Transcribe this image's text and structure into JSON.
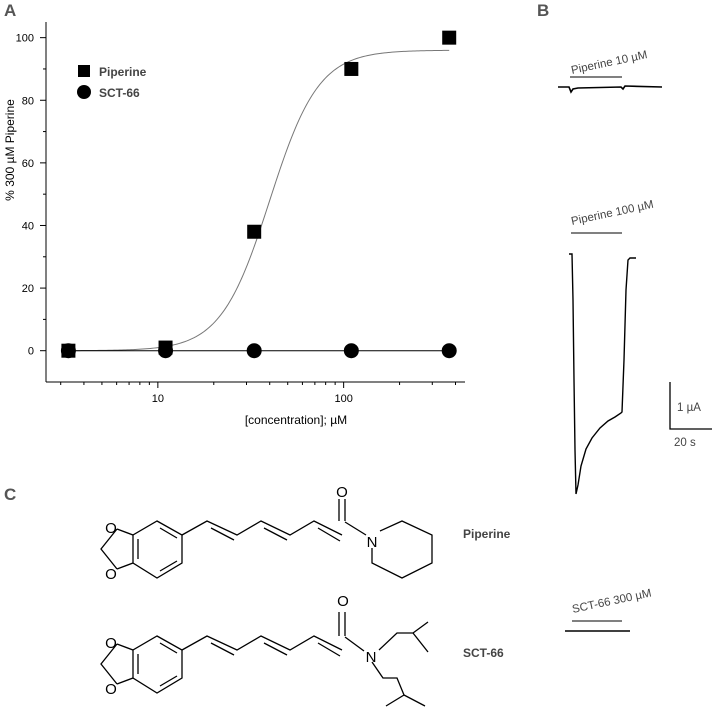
{
  "panels": {
    "a": "A",
    "b": "B",
    "c": "C"
  },
  "chart_data": {
    "type": "scatter",
    "xscale": "log",
    "xlim": [
      2.5,
      450
    ],
    "ylim": [
      -10,
      105
    ],
    "xlabel": "[concentration]; µM",
    "ylabel": "% 300 µM Piperine",
    "xticks": [
      10,
      100
    ],
    "yticks": [
      0,
      20,
      40,
      60,
      80,
      100
    ],
    "legend": "top-left",
    "series": [
      {
        "name": "Piperine",
        "marker": "square",
        "x": [
          3.3,
          11,
          33,
          110,
          370
        ],
        "y": [
          0,
          1,
          38,
          90,
          100
        ]
      },
      {
        "name": "SCT-66",
        "marker": "circle",
        "x": [
          3.3,
          11,
          33,
          110,
          370
        ],
        "y": [
          0,
          0,
          0,
          0,
          0
        ]
      }
    ],
    "fits": [
      {
        "series": "Piperine",
        "model": "hill",
        "bottom": 0,
        "top": 96,
        "ec50": 40,
        "hill": 3.3
      },
      {
        "series": "SCT-66",
        "model": "flat",
        "value": 0
      }
    ]
  },
  "traces": [
    {
      "label": "Piperine 10 µM"
    },
    {
      "label": "Piperine 100 µM"
    },
    {
      "label": "SCT-66 300 µM"
    }
  ],
  "scalebar": {
    "current": "1 µA",
    "time": "20 s"
  },
  "molecules": [
    {
      "name": "Piperine",
      "atoms": [
        "O",
        "O",
        "O",
        "N"
      ]
    },
    {
      "name": "SCT-66",
      "atoms": [
        "O",
        "O",
        "O",
        "N"
      ]
    }
  ]
}
